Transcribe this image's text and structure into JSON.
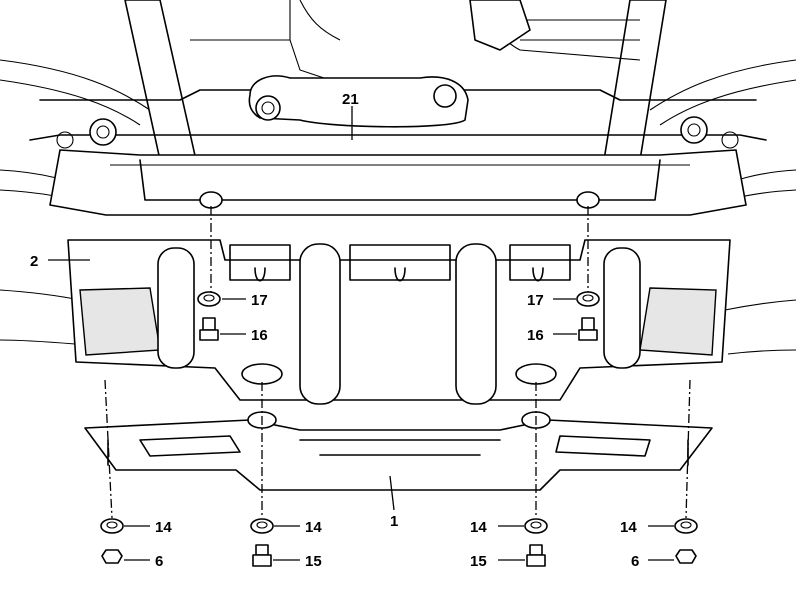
{
  "callouts": {
    "c21": "21",
    "c2": "2",
    "c17l": "17",
    "c17r": "17",
    "c16l": "16",
    "c16r": "16",
    "c1": "1",
    "c14a": "14",
    "c14b": "14",
    "c14c": "14",
    "c14d": "14",
    "c6l": "6",
    "c6r": "6",
    "c15l": "15",
    "c15r": "15"
  }
}
